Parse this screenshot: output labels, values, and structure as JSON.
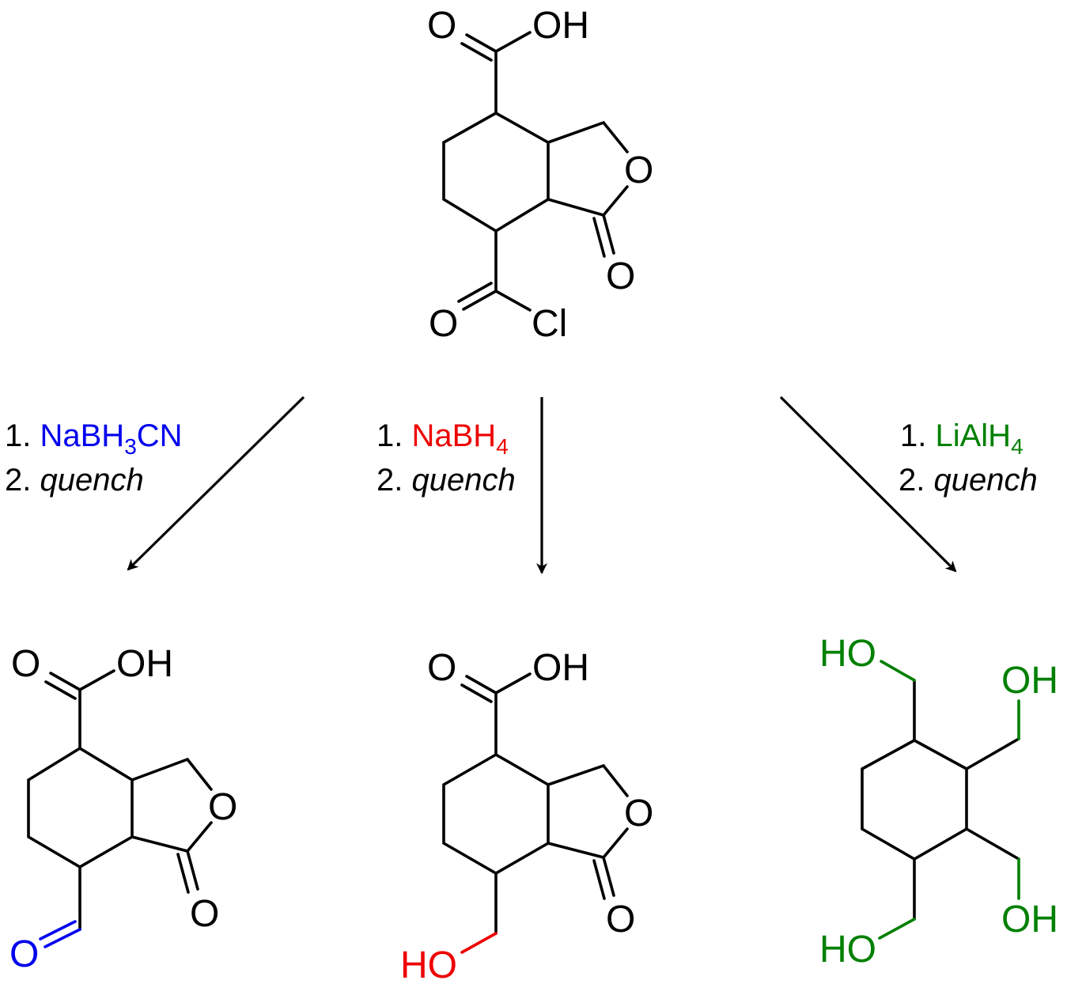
{
  "colors": {
    "black": "#000000",
    "blue": "#0000ee",
    "red": "#ee0000",
    "green": "#008000"
  },
  "atoms": {
    "O": "O",
    "OH": "OH",
    "HO": "HO",
    "Cl": "Cl"
  },
  "conditions": {
    "left": {
      "step1_num": "1. ",
      "reagent_main": "NaBH",
      "reagent_sub": "3",
      "reagent_tail": "CN",
      "step2_num": "2. ",
      "step2": "quench"
    },
    "middle": {
      "step1_num": "1. ",
      "reagent_main": "NaBH",
      "reagent_sub": "4",
      "reagent_tail": "",
      "step2_num": "2. ",
      "step2": "quench"
    },
    "right": {
      "step1_num": "1. ",
      "reagent_main": "LiAlH",
      "reagent_sub": "4",
      "reagent_tail": "",
      "step2_num": "2. ",
      "step2": "quench"
    }
  }
}
